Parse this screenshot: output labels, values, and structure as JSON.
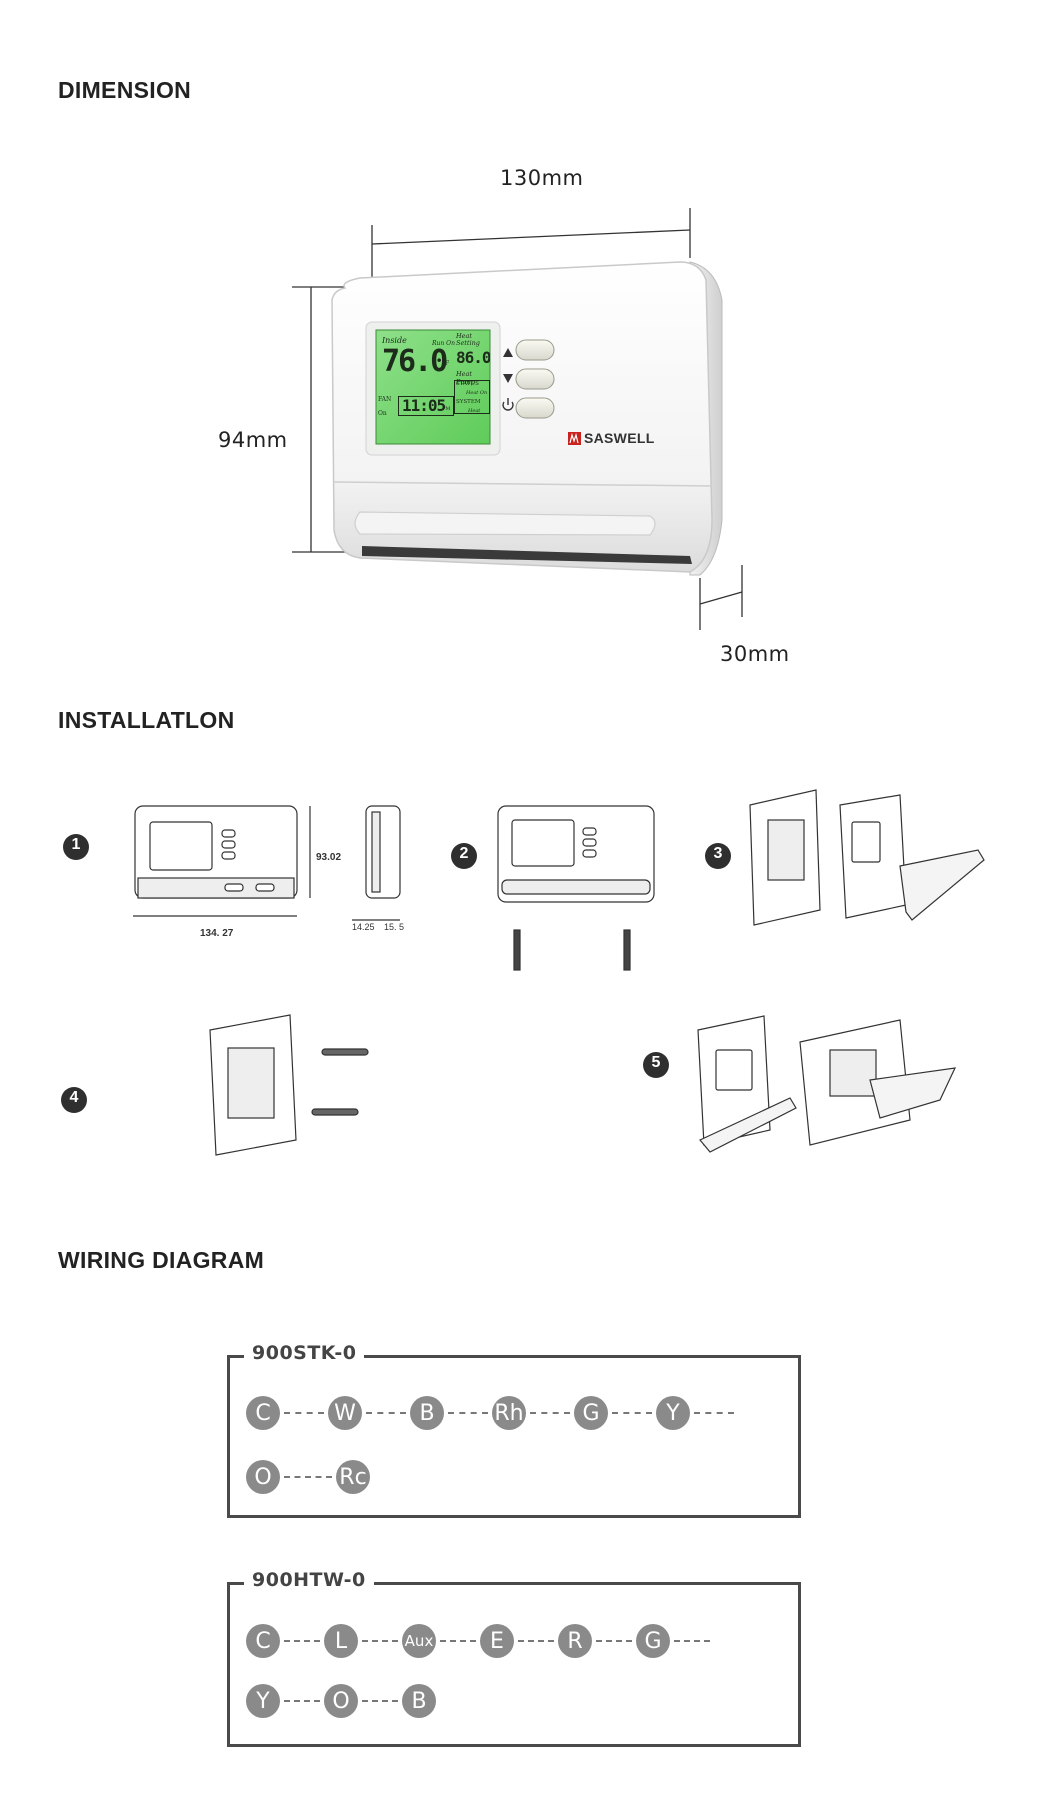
{
  "sections": {
    "dimension": "DIMENSION",
    "installation": "INSTALLATLON",
    "wiring": "WIRING DIAGRAM"
  },
  "dimensions": {
    "width": "130mm",
    "height": "94mm",
    "depth": "30mm"
  },
  "device": {
    "brand": "SASWELL",
    "display": {
      "inside_label": "Inside",
      "temp": "76.0",
      "unit": "°F",
      "run_on": "Run On",
      "heat_setting": "Heat Setting",
      "setpoint": "86.0",
      "heat_pump": "Heat Pump",
      "status": "STATUS",
      "heat_on": "Heat On",
      "system": "SYSTEM",
      "heat": "Heat",
      "fan": "FAN",
      "on": "On",
      "time": "11:05",
      "pm": "PM"
    },
    "button_icons": [
      "up-arrow-icon",
      "down-arrow-icon",
      "power-icon"
    ]
  },
  "installation": {
    "steps": [
      "1",
      "2",
      "3",
      "4",
      "5"
    ],
    "drawing_dims": {
      "width": "134. 27",
      "height": "93.02",
      "side1": "14.25",
      "side2": "15. 5"
    }
  },
  "wiring": [
    {
      "model": "900STK-0",
      "rows": [
        {
          "terminals": [
            "C",
            "W",
            "B",
            "Rh",
            "G",
            "Y"
          ],
          "trailing_dash": true
        },
        {
          "terminals": [
            "O",
            "Rc"
          ],
          "trailing_dash": false
        }
      ]
    },
    {
      "model": "900HTW-0",
      "rows": [
        {
          "terminals": [
            "C",
            "L",
            "Aux",
            "E",
            "R",
            "G"
          ],
          "trailing_dash": true
        },
        {
          "terminals": [
            "Y",
            "O",
            "B"
          ],
          "trailing_dash": false
        }
      ]
    }
  ],
  "colors": {
    "lcd": "#6fd36a",
    "terminal": "#8a8a8a",
    "brand_red": "#c8231e",
    "box_border": "#4a4a4a"
  }
}
